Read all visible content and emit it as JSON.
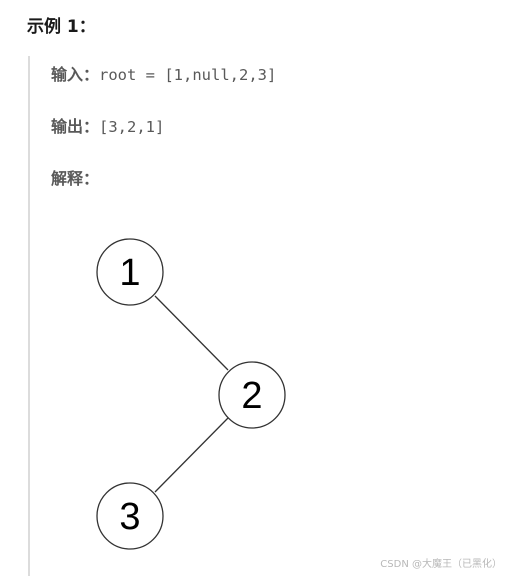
{
  "example": {
    "title": "示例 1："
  },
  "input": {
    "label": "输入：",
    "value": "root = [1,null,2,3]"
  },
  "output": {
    "label": "输出：",
    "value": "[3,2,1]"
  },
  "explanation": {
    "label": "解释："
  },
  "tree": {
    "nodes": [
      {
        "id": "n1",
        "label": "1"
      },
      {
        "id": "n2",
        "label": "2"
      },
      {
        "id": "n3",
        "label": "3"
      }
    ],
    "edges": [
      {
        "from": "1",
        "to": "2"
      },
      {
        "from": "2",
        "to": "3"
      }
    ]
  },
  "watermark": "CSDN @大魔王（已黑化）"
}
